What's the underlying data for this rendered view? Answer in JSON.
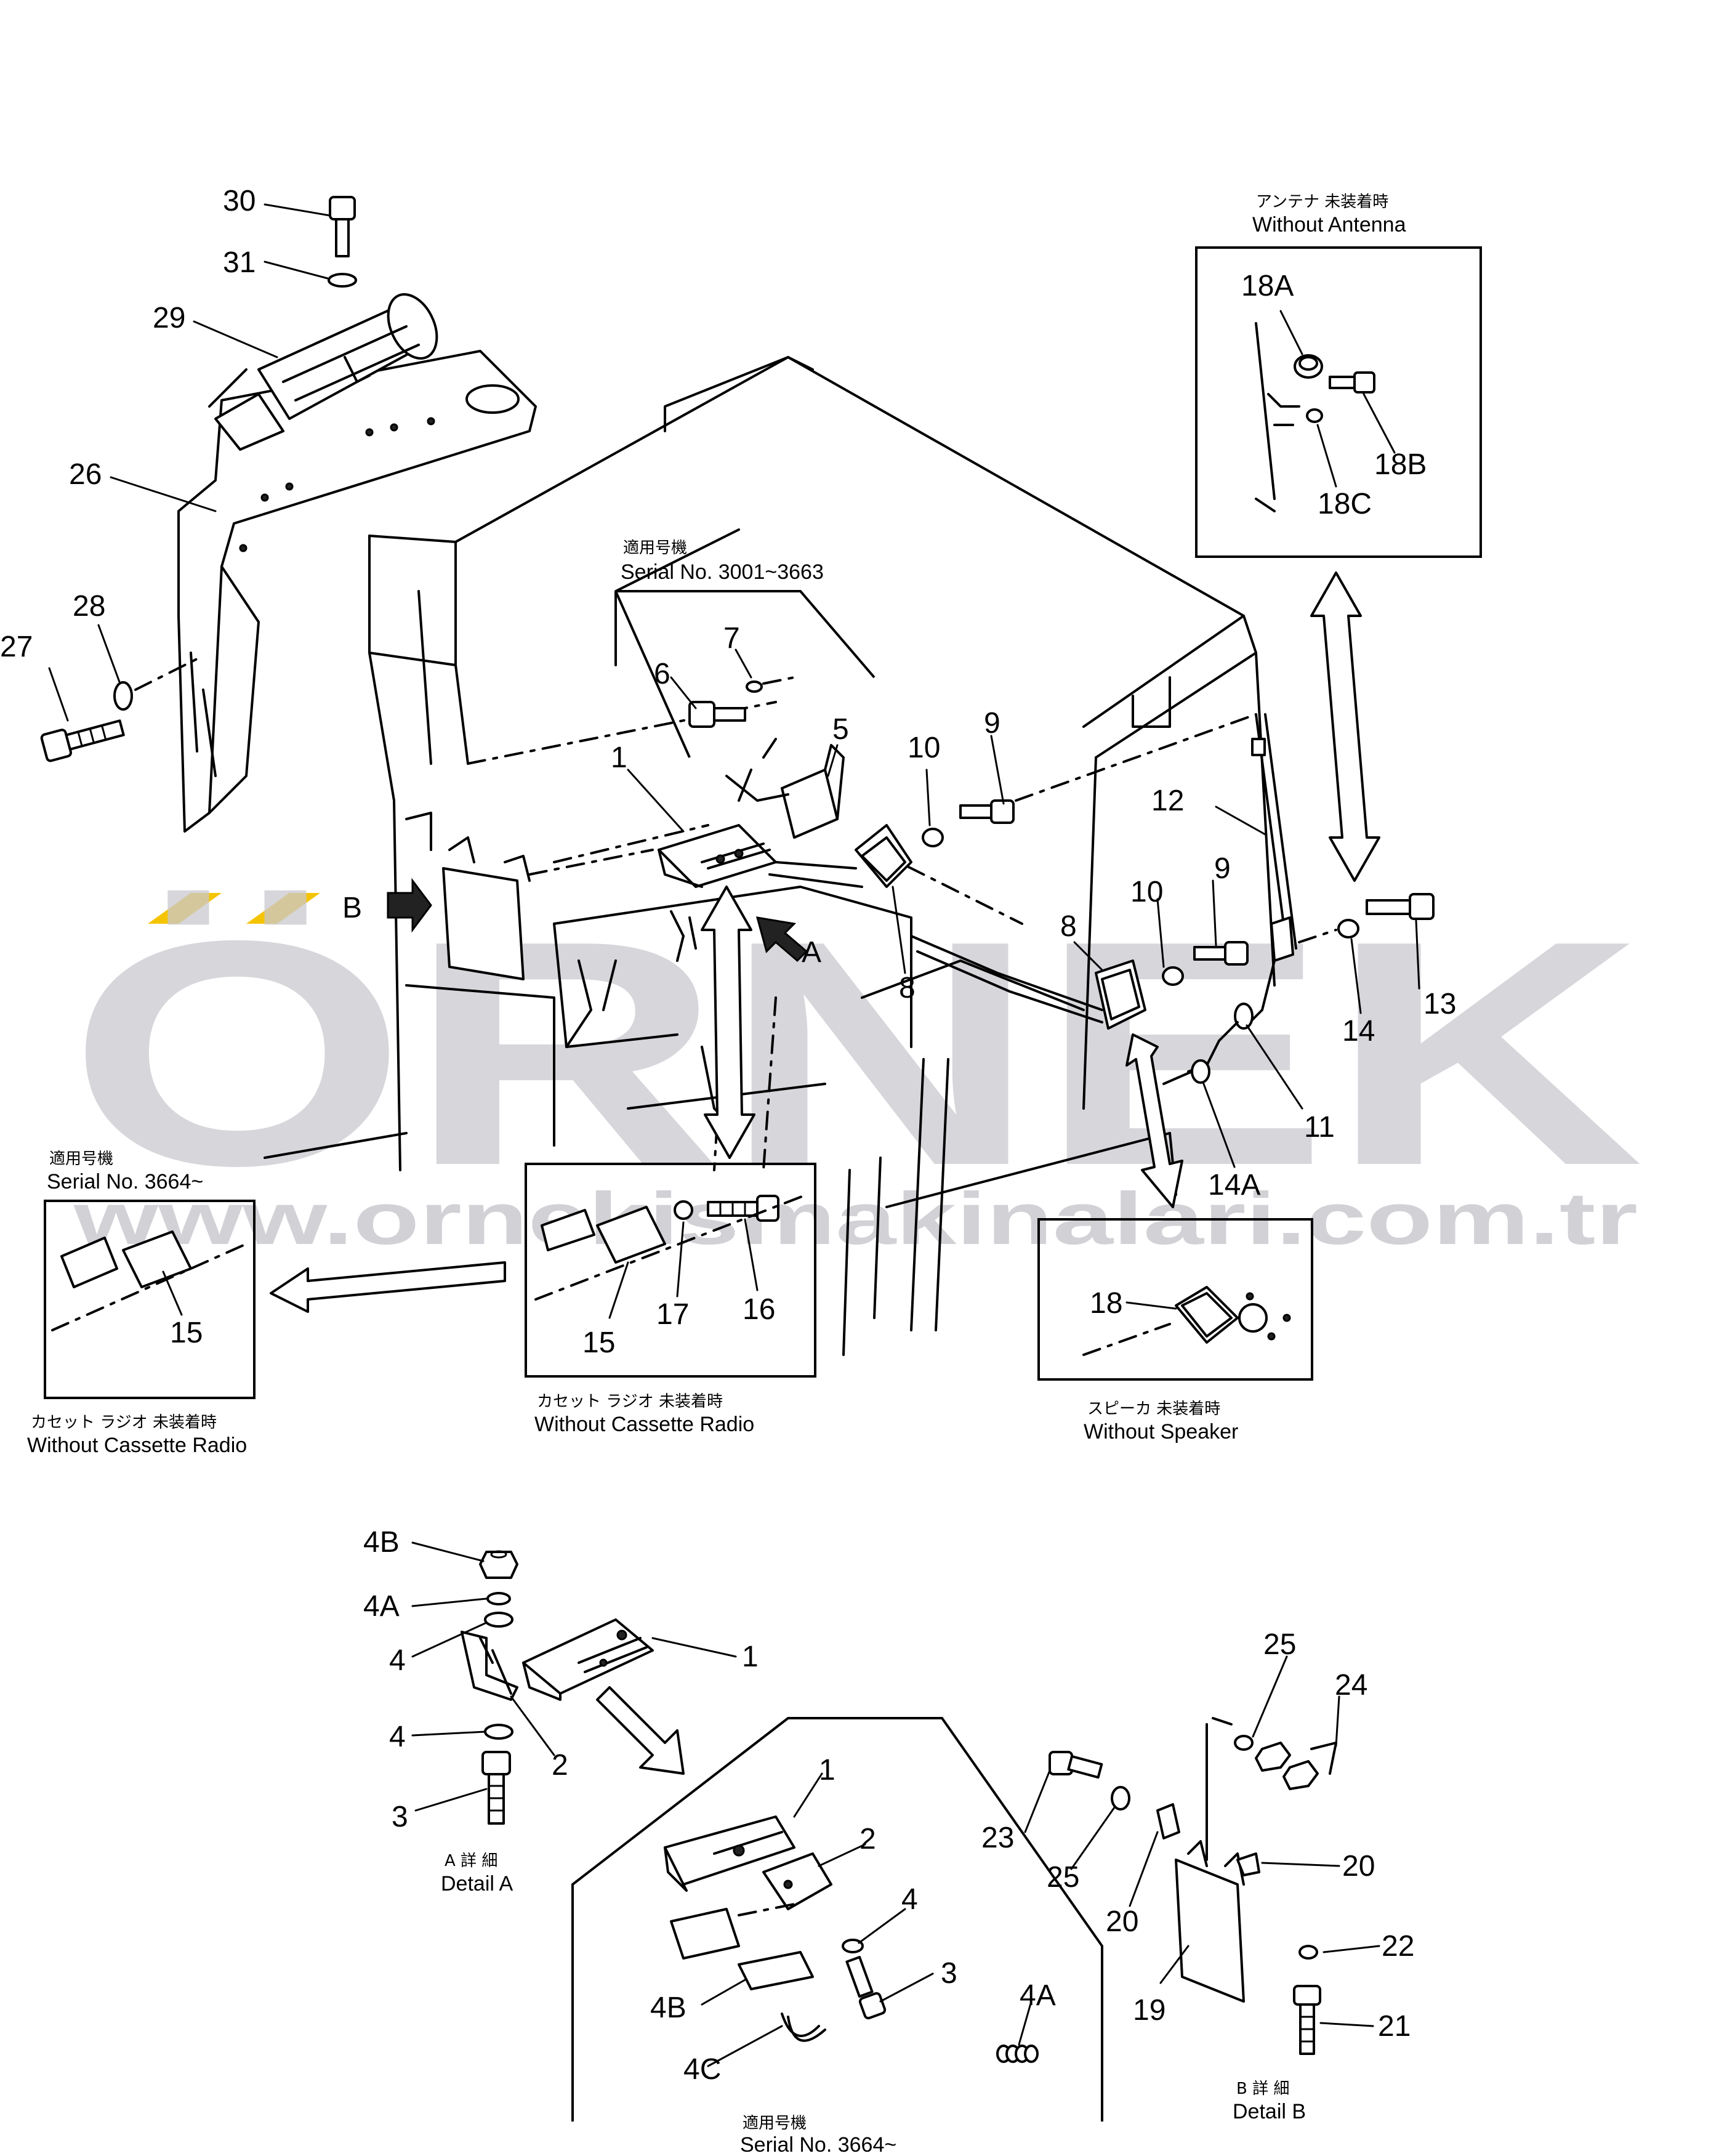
{
  "watermark": {
    "brand": "ÖRNEK",
    "url": "www.ornekismakinalari.com.tr",
    "accent_color": "#f5c400",
    "text_color": "#c9c9cf"
  },
  "captions": {
    "top_serial_jp": "適用号機",
    "top_serial_en": "Serial No. 3001~3663",
    "antenna_jp": "アンテナ 未装着時",
    "antenna_en": "Without Antenna",
    "left_serial_jp": "適用号機",
    "left_serial_en": "Serial No. 3664~",
    "left_cassette_jp": "カセット ラジオ 未装着時",
    "left_cassette_en": "Without Cassette Radio",
    "mid_cassette_jp": "カセット ラジオ 未装着時",
    "mid_cassette_en": "Without Cassette Radio",
    "speaker_jp": "スピーカ 未装着時",
    "speaker_en": "Without Speaker",
    "detail_a_jp": "A 詳 細",
    "detail_a_en": "Detail A",
    "detail_b_jp": "B 詳 細",
    "detail_b_en": "Detail B",
    "bottom_serial_jp": "適用号機",
    "bottom_serial_en": "Serial No. 3664~"
  },
  "view_markers": {
    "a": "A",
    "b": "B"
  },
  "callouts": {
    "c1": "1",
    "c2": "2",
    "c3": "3",
    "c4": "4",
    "c4a": "4A",
    "c4b": "4B",
    "c4c": "4C",
    "c5": "5",
    "c6": "6",
    "c7": "7",
    "c8": "8",
    "c9": "9",
    "c10": "10",
    "c11": "11",
    "c12": "12",
    "c13": "13",
    "c14": "14",
    "c14a": "14A",
    "c15": "15",
    "c16": "16",
    "c17": "17",
    "c18": "18",
    "c18a": "18A",
    "c18b": "18B",
    "c18c": "18C",
    "c19": "19",
    "c20": "20",
    "c21": "21",
    "c22": "22",
    "c23": "23",
    "c24": "24",
    "c25": "25",
    "c26": "26",
    "c27": "27",
    "c28": "28",
    "c29": "29",
    "c30": "30",
    "c31": "31"
  }
}
